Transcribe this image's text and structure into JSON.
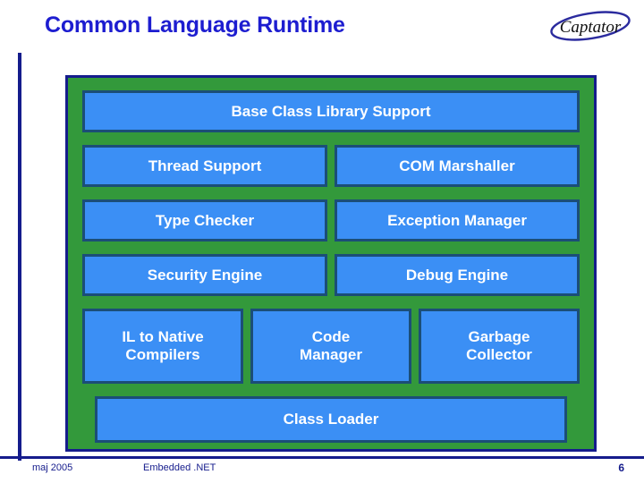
{
  "slide": {
    "title": "Common Language Runtime",
    "title_color": "#1D1DD0"
  },
  "logo": {
    "name": "captator-logo",
    "text": "Captator"
  },
  "diagram": {
    "container_color": "#33993B",
    "container_border_color": "#151C8C",
    "box_color": "#3B8FF5",
    "box_border_color": "#1B4E77",
    "box_text_color": "#FFFFFF",
    "rows": [
      {
        "layout": "full",
        "boxes": [
          "Base Class Library Support"
        ]
      },
      {
        "layout": "pair",
        "boxes": [
          "Thread Support",
          "COM Marshaller"
        ]
      },
      {
        "layout": "pair",
        "boxes": [
          "Type Checker",
          "Exception Manager"
        ]
      },
      {
        "layout": "pair",
        "boxes": [
          "Security Engine",
          "Debug Engine"
        ]
      },
      {
        "layout": "triple",
        "boxes": [
          "IL to Native\nCompilers",
          "Code\nManager",
          "Garbage\nCollector"
        ]
      },
      {
        "layout": "full",
        "boxes": [
          "Class Loader"
        ]
      }
    ]
  },
  "boxes": {
    "base_class_library_support": "Base Class Library Support",
    "thread_support": "Thread Support",
    "com_marshaller": "COM Marshaller",
    "type_checker": "Type Checker",
    "exception_manager": "Exception Manager",
    "security_engine": "Security Engine",
    "debug_engine": "Debug Engine",
    "il_to_native_compilers_line1": "IL to Native",
    "il_to_native_compilers_line2": "Compilers",
    "code_manager_line1": "Code",
    "code_manager_line2": "Manager",
    "garbage_collector_line1": "Garbage",
    "garbage_collector_line2": "Collector",
    "class_loader": "Class Loader"
  },
  "footer": {
    "date": "maj 2005",
    "center": "Embedded .NET",
    "page_number": "6",
    "color": "#151C8C"
  }
}
